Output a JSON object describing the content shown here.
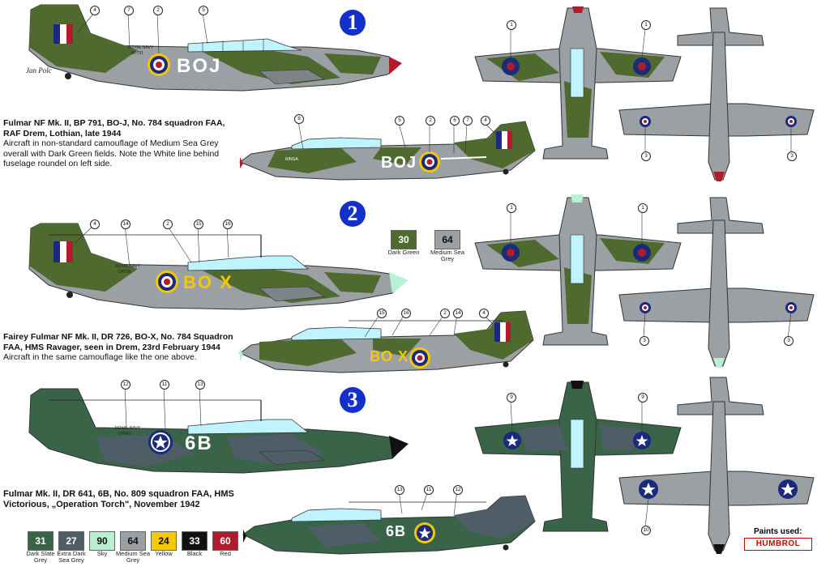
{
  "colors": {
    "dark_green": "#4f6a2e",
    "sea_grey": "#9aa0a4",
    "dark_slate_grey": "#3a6448",
    "extra_dark_sea_grey": "#4f5d66",
    "sky": "#b9f0d2",
    "yellow": "#f5c800",
    "black": "#111111",
    "red": "#b01c2c",
    "badge_blue": "#1530c8",
    "canopy": "#bff4ff"
  },
  "schemes": [
    {
      "badge": "1",
      "title": "Fulmar NF Mk. II, BP 791, BO-J, No. 784 squadron FAA, RAF Drem, Lothian, late 1944",
      "description": "Aircraft in non-standard camouflage of Medium Sea Grey overall with Dark Green fields. Note the White line behind fuselage roundel on left side.",
      "code_left": "BOJ",
      "code_right": "BOJ",
      "serial": "BP791",
      "royal_navy": "ROYAL NAVY",
      "nose_name": "RINGA"
    },
    {
      "badge": "2",
      "title": "Fairey Fulmar  NF Mk. II, DR 726, BO-X, No. 784 Squadron FAA, HMS Ravager, seen in Drem, 23rd February 1944",
      "description": "Aircraft in the same camouflage like the one above.",
      "code_left": "BO X",
      "code_right": "BO X",
      "serial": "DR726",
      "royal_navy": "ROYAL NAVY"
    },
    {
      "badge": "3",
      "title": "Fulmar Mk. II, DR 641, 6B, No. 809 squadron FAA, HMS Victorious, „Operation Torch\", November 1942",
      "description": "",
      "code_left": "6B",
      "code_right": "6B",
      "serial": "DR641",
      "royal_navy": "ROYAL NAVY"
    }
  ],
  "signature": "Jan Polc",
  "callouts": {
    "s1_left": [
      "4",
      "7",
      "2",
      "5"
    ],
    "s1_right": [
      "8",
      "5",
      "2",
      "6",
      "7",
      "4"
    ],
    "s2_left": [
      "4",
      "14",
      "2",
      "15",
      "16"
    ],
    "s2_right": [
      "15",
      "16",
      "2",
      "14",
      "4"
    ],
    "s3_left": [
      "12",
      "11",
      "13"
    ],
    "s3_right": [
      "13",
      "11",
      "12"
    ],
    "top_views": [
      "1",
      "1",
      "1",
      "1",
      "9",
      "9"
    ],
    "bottom_views": [
      "3",
      "3",
      "3",
      "3",
      "10"
    ]
  },
  "mid_swatches": [
    {
      "code": "30",
      "label": "Dark Green",
      "color": "#4f6a2e",
      "text_color": "#ffffff"
    },
    {
      "code": "64",
      "label": "Medium Sea Grey",
      "color": "#9aa0a4",
      "text_color": "#111111"
    }
  ],
  "swatches": [
    {
      "code": "31",
      "label": "Dark Slate Grey",
      "color": "#3a6448",
      "text_color": "#ffffff"
    },
    {
      "code": "27",
      "label": "Extra Dark Sea Grey",
      "color": "#4f5d66",
      "text_color": "#ffffff"
    },
    {
      "code": "90",
      "label": "Sky",
      "color": "#b9f0d2",
      "text_color": "#111111"
    },
    {
      "code": "64",
      "label": "Medium Sea Grey",
      "color": "#9aa0a4",
      "text_color": "#111111"
    },
    {
      "code": "24",
      "label": "Yellow",
      "color": "#f5c800",
      "text_color": "#111111"
    },
    {
      "code": "33",
      "label": "Black",
      "color": "#111111",
      "text_color": "#ffffff"
    },
    {
      "code": "60",
      "label": "Red",
      "color": "#b01c2c",
      "text_color": "#ffffff"
    }
  ],
  "paints_used": "Paints used:",
  "brand": "HUMBROL"
}
